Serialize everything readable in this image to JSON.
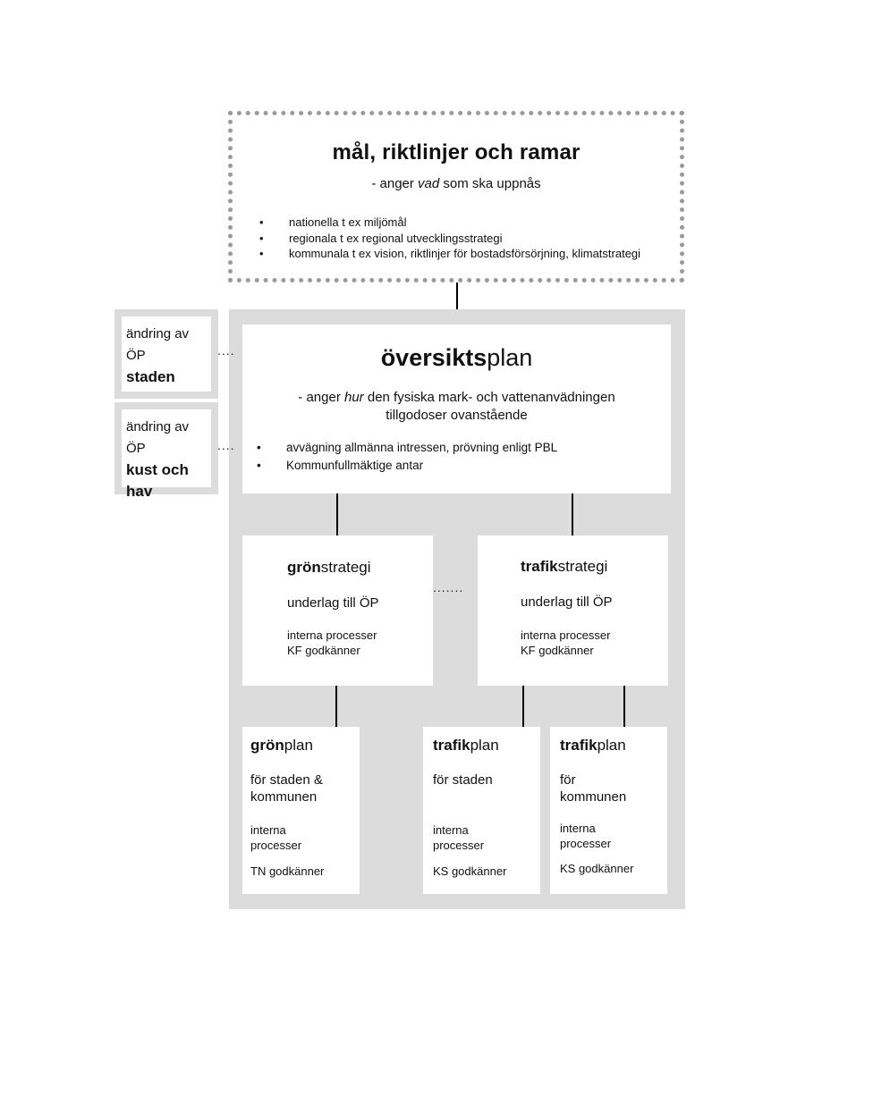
{
  "goals": {
    "title": "mål, riktlinjer och ramar",
    "subtitle_pre": "- anger ",
    "subtitle_em": "vad",
    "subtitle_post": " som ska uppnås",
    "bullets": [
      "nationella t ex miljömål",
      "regionala t ex regional utvecklingsstrategi",
      "kommunala t ex vision, riktlinjer för bostadsförsörjning, klimatstrategi"
    ]
  },
  "side_boxes": {
    "staden": {
      "line1": "ändring av ÖP",
      "line2": "staden"
    },
    "kust": {
      "line1": "ändring av ÖP",
      "line2": "kust och hav"
    }
  },
  "oversiktsplan": {
    "title_bold": "översikts",
    "title_rest": "plan",
    "sub_pre": "-  anger ",
    "sub_em": "hur",
    "sub_post": " den fysiska mark- och vattenanvädningen",
    "sub_line2": "tillgodoser ovanstående",
    "bullets": [
      "avvägning allmänna intressen, prövning enligt PBL",
      "Kommunfullmäktige antar"
    ]
  },
  "gronstrategi": {
    "title_bold": "grön",
    "title_rest": "strategi",
    "line1": "underlag till ÖP",
    "line2": "interna processer",
    "line3": "KF godkänner"
  },
  "trafikstrategi": {
    "title_bold": "trafik",
    "title_rest": "strategi",
    "line1": "underlag till ÖP",
    "line2": "interna processer",
    "line3": "KF godkänner"
  },
  "gronplan": {
    "title_bold": "grön",
    "title_rest": "plan",
    "line1a": "för staden &",
    "line1b": "kommunen",
    "line2a": "interna",
    "line2b": "processer",
    "line3": "TN godkänner"
  },
  "trafikplan_staden": {
    "title_bold": "trafik",
    "title_rest": "plan",
    "line1a": "för staden",
    "line2a": "interna",
    "line2b": "processer",
    "line3": "KS godkänner"
  },
  "trafikplan_kommunen": {
    "title_bold": "trafik",
    "title_rest": "plan",
    "line1a": "för",
    "line1b": "kommunen",
    "line2a": "interna",
    "line2b": "processer",
    "line3": "KS godkänner"
  },
  "connectors": {
    "dots_short": "....",
    "dots_long": "......."
  }
}
